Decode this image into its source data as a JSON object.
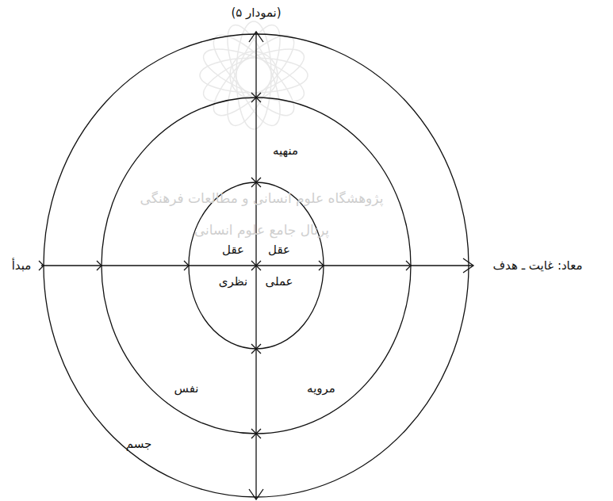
{
  "diagram": {
    "title": "(نمودار ۵)",
    "nodes": [
      {
        "text": [
          "جسم"
        ]
      },
      {
        "text": [
          "منهیه",
          "مرویه",
          "نفس"
        ],
        "in": 0
      },
      {
        "text": [
          "عقل عملی",
          "عقل نظری"
        ],
        "in": 1
      }
    ],
    "labels": [
      "مبدأ",
      "معاد: غایت ـ هدف",
      "پژوهشگاه علوم انسانی و مطالعات فرهنگی",
      "پرتال جامع علوم انسانی"
    ]
  }
}
